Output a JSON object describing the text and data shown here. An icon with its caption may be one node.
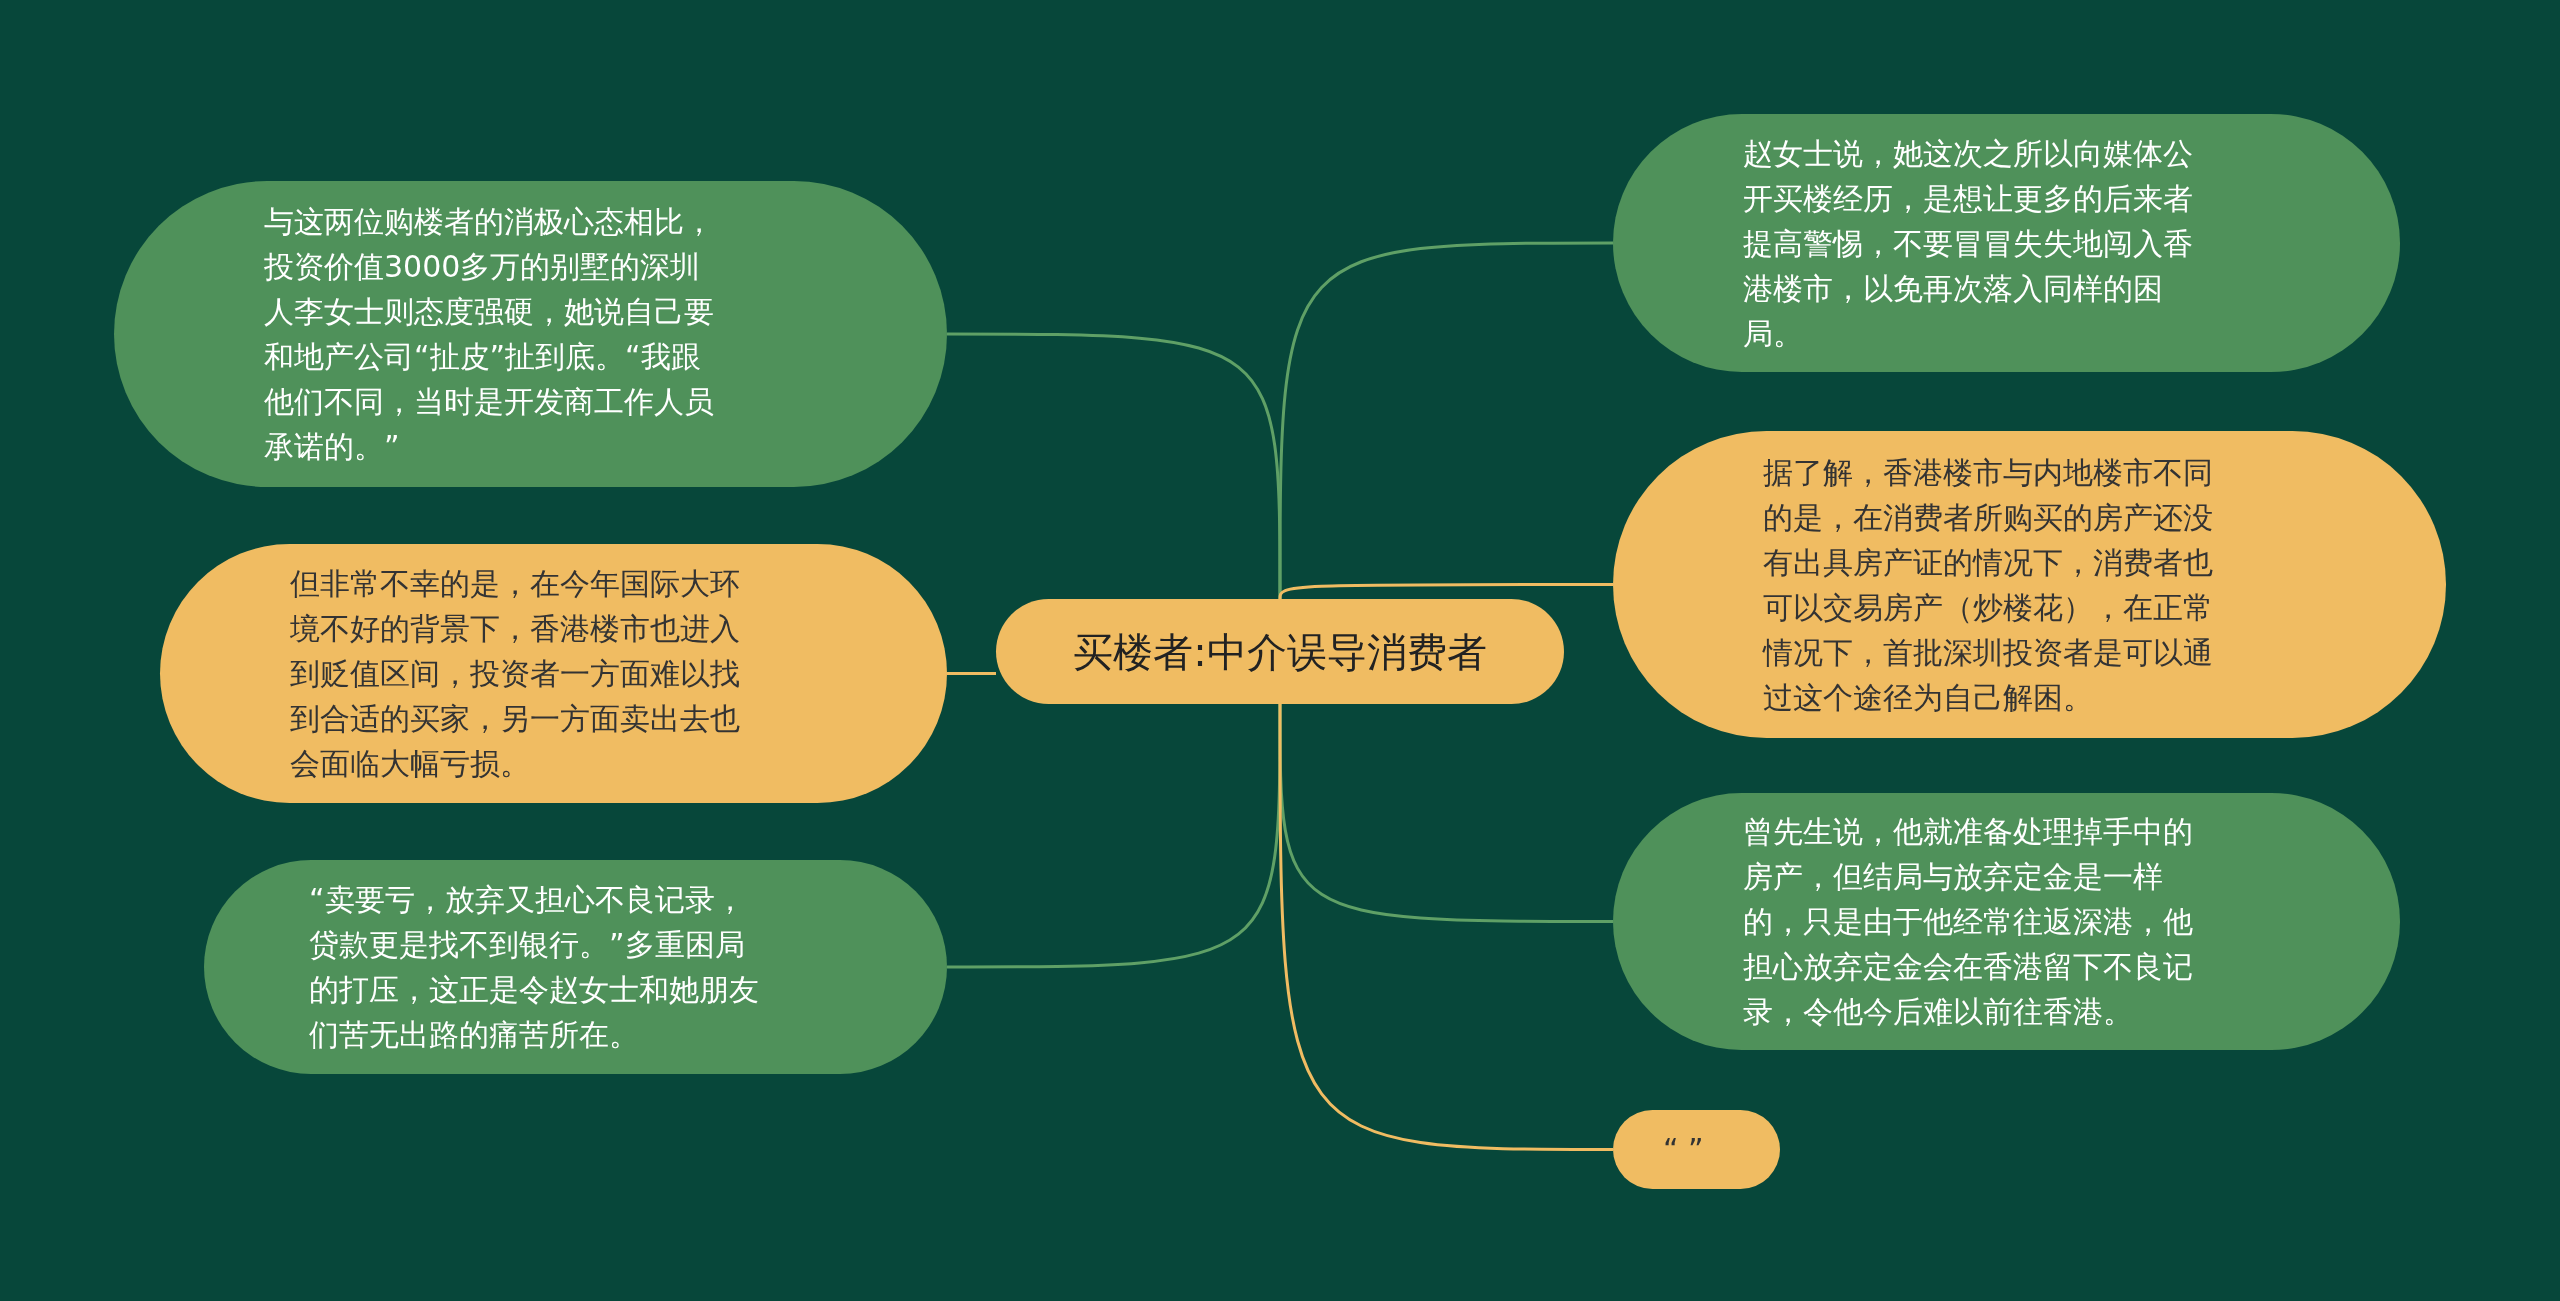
{
  "diagram": {
    "nodes": [
      {
        "text": [
          "买楼者:中介误导消费者"
        ]
      },
      {
        "text": [
          "与这两位购楼者的消极心态相比，投资价值3000多万的别墅的深圳人李女士则态度强硬，她说自己要和地产公司“扯皮”扯到底。“我跟他们不同，当时是开发商工作人员承诺的。”"
        ]
      },
      {
        "text": [
          "但非常不幸的是，在今年国际大环境不好的背景下，香港楼市也进入到贬值区间，投资者一方面难以找到合适的买家，另一方面卖出去也会面临大幅亏损。"
        ]
      },
      {
        "text": [
          "“卖要亏，放弃又担心不良记录，贷款更是找不到银行。”多重困局的打压，这正是令赵女士和她朋友们苦无出路的痛苦所在。"
        ]
      },
      {
        "text": [
          "赵女士说，她这次之所以向媒体公开买楼经历，是想让更多的后来者提高警惕，不要冒冒失失地闯入香港楼市，以免再次落入同样的困局。"
        ]
      },
      {
        "text": [
          "据了解，香港楼市与内地楼市不同的是，在消费者所购买的房产还没有出具房产证的情况下，消费者也可以交易房产（炒楼花），在正常情况下，首批深圳投资者是可以通过这个途径为自己解困。"
        ]
      },
      {
        "text": [
          "曾先生说，他就准备处理掉手中的房产，但结局与放弃定金是一样的，只是由于他经常往返深港，他担心放弃定金会在香港留下不良记录，令他今后难以前往香港。"
        ]
      },
      {
        "text": [
          "“ ”"
        ]
      }
    ],
    "edges": [
      {
        "from": 0,
        "to": 1,
        "arrow": "none"
      },
      {
        "from": 0,
        "to": 2,
        "arrow": "none",
        "color": "#f0bc62"
      },
      {
        "from": 0,
        "to": 3,
        "arrow": "none"
      },
      {
        "from": 0,
        "to": 4,
        "arrow": "none"
      },
      {
        "from": 0,
        "to": 5,
        "arrow": "none",
        "color": "#f0bc62"
      },
      {
        "from": 0,
        "to": 6,
        "arrow": "none"
      },
      {
        "from": 0,
        "to": 7,
        "arrow": "none",
        "color": "#f0bc62"
      }
    ]
  }
}
